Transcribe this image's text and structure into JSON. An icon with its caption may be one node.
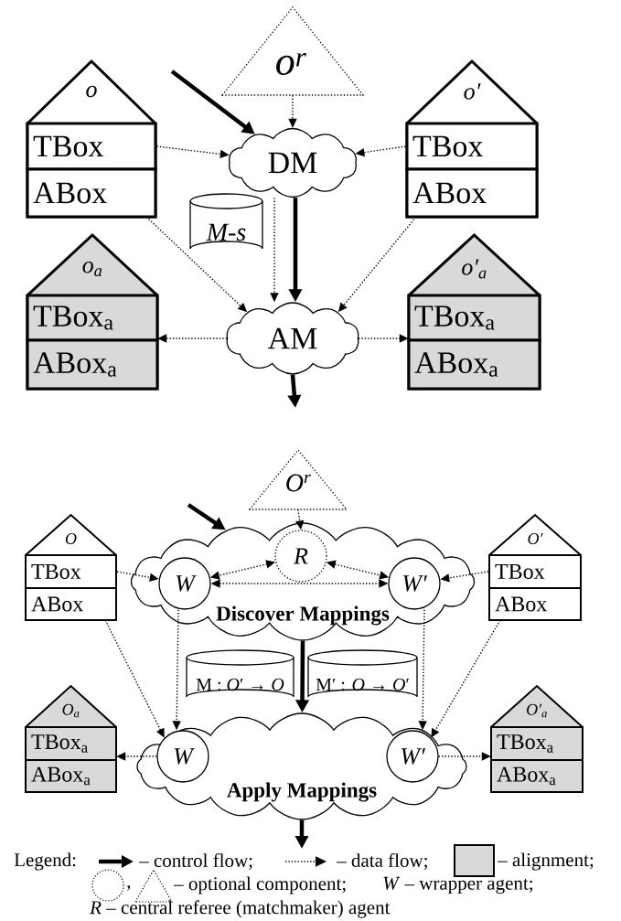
{
  "diagram": {
    "nodes": [
      {
        "text": [
          "o$^{r}$"
        ]
      },
      {
        "text": [
          "o"
        ]
      },
      {
        "text": [
          "TBox"
        ],
        "in": 1
      },
      {
        "text": [
          "ABox"
        ],
        "in": 1
      },
      {
        "text": [
          "DM"
        ]
      },
      {
        "text": [
          "o′"
        ]
      },
      {
        "text": [
          "TBox"
        ],
        "in": 5
      },
      {
        "text": [
          "ABox"
        ],
        "in": 5
      },
      {
        "text": [
          "M-s"
        ]
      },
      {
        "text": [
          "AM"
        ]
      },
      {
        "text": [
          "o$_{a}$"
        ]
      },
      {
        "text": [
          "TBox$_{a}$"
        ],
        "in": 10
      },
      {
        "text": [
          "ABox$_{a}$"
        ],
        "in": 10
      },
      {
        "text": [
          "o′$_{a}$"
        ]
      },
      {
        "text": [
          "TBox$_{a}$"
        ],
        "in": 13
      },
      {
        "text": [
          "ABox$_{a}$"
        ],
        "in": 13
      },
      {
        "text": [
          "O$^{r}$"
        ]
      },
      {
        "text": [
          "O"
        ]
      },
      {
        "text": [
          "TBox"
        ],
        "in": 17
      },
      {
        "text": [
          "ABox"
        ],
        "in": 17
      },
      {
        "text": [
          "Discover Mappings"
        ]
      },
      {
        "text": [
          "R"
        ],
        "in": 20
      },
      {
        "text": [
          "W"
        ],
        "in": 20
      },
      {
        "text": [
          "W′"
        ],
        "in": 20
      },
      {
        "text": [
          "O′"
        ]
      },
      {
        "text": [
          "TBox"
        ],
        "in": 24
      },
      {
        "text": [
          "ABox"
        ],
        "in": 24
      },
      {
        "text": [
          "M : *O*′ → *O*"
        ]
      },
      {
        "text": [
          "M′ : *O* → *O*′"
        ]
      },
      {
        "text": [
          "Apply Mappings"
        ]
      },
      {
        "text": [
          "W"
        ],
        "in": 29
      },
      {
        "text": [
          "W′"
        ],
        "in": 29
      },
      {
        "text": [
          "O$_{a}$"
        ]
      },
      {
        "text": [
          "TBox$_{a}$"
        ],
        "in": 32
      },
      {
        "text": [
          "ABox$_{a}$"
        ],
        "in": 32
      },
      {
        "text": [
          "O′$_{a}$"
        ]
      },
      {
        "text": [
          "TBox$_{a}$"
        ],
        "in": 35
      },
      {
        "text": [
          "ABox$_{a}$"
        ],
        "in": 35
      }
    ],
    "edges": [
      {
        "from": null,
        "to": 4,
        "arrow": "to",
        "style": "thick"
      },
      {
        "from": 0,
        "to": 4,
        "arrow": "to",
        "style": "dashed"
      },
      {
        "from": 2,
        "to": 4,
        "arrow": "to",
        "style": "dashed"
      },
      {
        "from": 6,
        "to": 4,
        "arrow": "to",
        "style": "dashed"
      },
      {
        "from": 4,
        "to": 9,
        "arrow": "to",
        "style": "thick"
      },
      {
        "from": 4,
        "to": 9,
        "arrow": "to",
        "style": "dashed"
      },
      {
        "from": 1,
        "to": 9,
        "arrow": "to",
        "style": "dashed"
      },
      {
        "from": 5,
        "to": 9,
        "arrow": "to",
        "style": "dashed"
      },
      {
        "from": 9,
        "to": 10,
        "arrow": "to",
        "style": "dashed"
      },
      {
        "from": 9,
        "to": 13,
        "arrow": "to",
        "style": "dashed"
      },
      {
        "from": 9,
        "to": null,
        "arrow": "to",
        "style": "thick"
      },
      {
        "from": null,
        "to": 20,
        "arrow": "to",
        "style": "thick"
      },
      {
        "from": 16,
        "to": 21,
        "arrow": "to",
        "style": "dashed"
      },
      {
        "from": 21,
        "to": 22,
        "arrow": "both",
        "style": "dashed"
      },
      {
        "from": 21,
        "to": 23,
        "arrow": "both",
        "style": "dashed"
      },
      {
        "from": 22,
        "to": 23,
        "arrow": "both",
        "style": "dashed"
      },
      {
        "from": 18,
        "to": 22,
        "arrow": "to",
        "style": "dashed"
      },
      {
        "from": 25,
        "to": 23,
        "arrow": "to",
        "style": "dashed"
      },
      {
        "from": 20,
        "to": 29,
        "arrow": "to",
        "style": "thick"
      },
      {
        "from": 22,
        "to": 30,
        "arrow": "to",
        "style": "dashed"
      },
      {
        "from": 23,
        "to": 31,
        "arrow": "to",
        "style": "dashed"
      },
      {
        "from": 17,
        "to": 30,
        "arrow": "to",
        "style": "dashed"
      },
      {
        "from": 24,
        "to": 31,
        "arrow": "to",
        "style": "dashed"
      },
      {
        "from": 30,
        "to": 32,
        "arrow": "to",
        "style": "dashed"
      },
      {
        "from": 31,
        "to": 35,
        "arrow": "to",
        "style": "dashed"
      },
      {
        "from": 29,
        "to": null,
        "arrow": "to",
        "style": "thick"
      }
    ],
    "labels": [
      "Legend:",
      ","
    ],
    "legend": [
      {
        "text": "– control flow;"
      },
      {
        "text": "– data flow;"
      },
      {
        "text": "– alignment;",
        "color": "#d9d9d9"
      },
      {
        "text": "– optional component;"
      },
      {
        "text": "*W* – wrapper agent;"
      },
      {
        "text": "*R* – central referee (matchmaker) agent"
      }
    ]
  }
}
